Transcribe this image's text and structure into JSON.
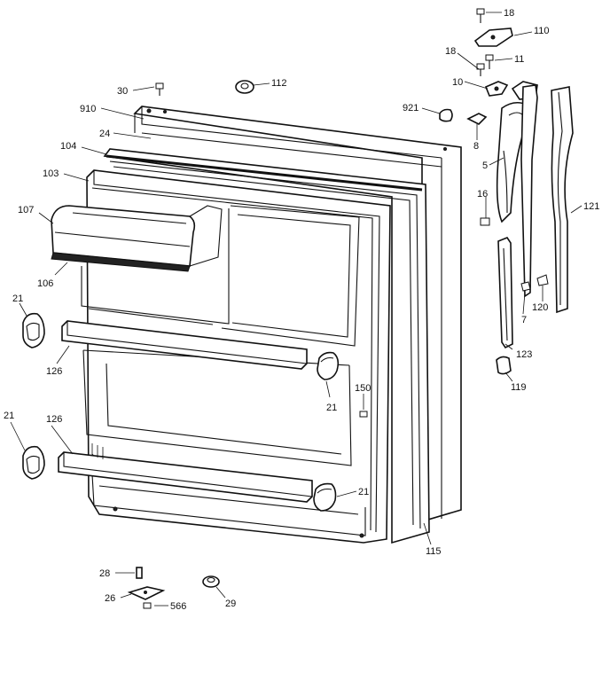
{
  "labels": {
    "l18a": "18",
    "l110": "110",
    "l18b": "18",
    "l11": "11",
    "l10": "10",
    "l30": "30",
    "l112": "112",
    "l921": "921",
    "l910": "910",
    "l8": "8",
    "l24": "24",
    "l104": "104",
    "l5": "5",
    "l103": "103",
    "l16": "16",
    "l121": "121",
    "l107": "107",
    "l106": "106",
    "l120": "120",
    "l7": "7",
    "l21a": "21",
    "l126a": "126",
    "l123": "123",
    "l119": "119",
    "l150": "150",
    "l21b": "21",
    "l21c": "21",
    "l126b": "126",
    "l21d": "21",
    "l115": "115",
    "l28": "28",
    "l26": "26",
    "l566": "566",
    "l29": "29"
  }
}
